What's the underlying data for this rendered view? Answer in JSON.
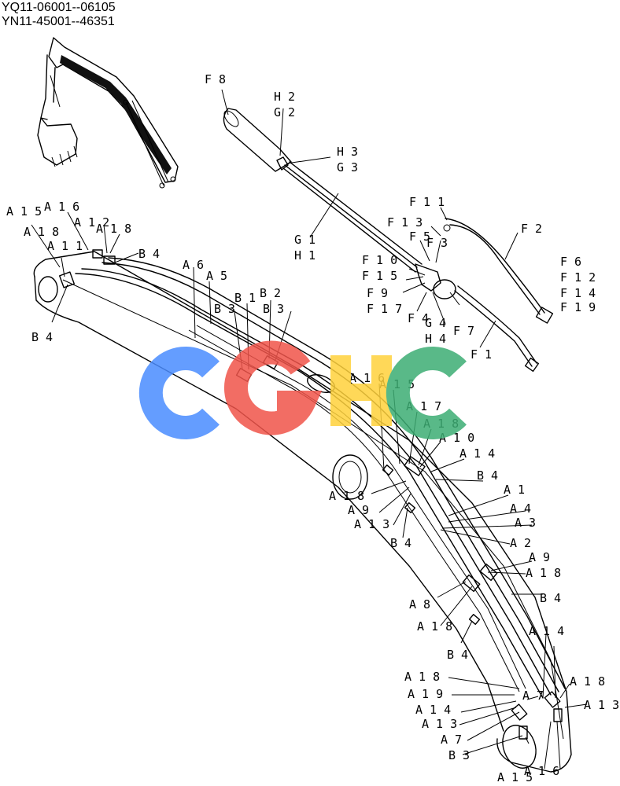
{
  "header": {
    "line1": "YQ11-06001--06105",
    "line2": "YN11-45001--46351"
  },
  "watermark": {
    "letters": [
      "C",
      "G",
      "H",
      "C"
    ],
    "colors": [
      "#4a8cff",
      "#f0544a",
      "#ffd23c",
      "#3cad73"
    ]
  },
  "callouts": [
    "A 1 5",
    "A 1 6",
    "A 1 2",
    "A 1 8",
    "A 1 8",
    "A 1 1",
    "B 4",
    "B 4",
    "A 6",
    "A 5",
    "B 3",
    "B 1",
    "B 2",
    "B 3",
    "F 8",
    "H 2",
    "G 2",
    "H 3",
    "G 3",
    "G 1",
    "H 1",
    "F 1 1",
    "F 1 3",
    "F 5",
    "F 3",
    "F 2",
    "F 1 0",
    "F 1 5",
    "F 9",
    "F 1 7",
    "F 4",
    "G 4",
    "H 4",
    "F 7",
    "F 6",
    "F 1 2",
    "F 1 4",
    "F 1 9",
    "F 1",
    "A 1 6",
    "A 1 5",
    "A 1 7",
    "A 1 8",
    "A 1 0",
    "A 1 4",
    "B 4",
    "A 1 8",
    "A 9",
    "A 1 3",
    "A 1",
    "A 4",
    "A 3",
    "B 4",
    "A 2",
    "A 9",
    "A 1 8",
    "B 4",
    "A 8",
    "A 1 8",
    "B 4",
    "A 1 4",
    "A 1 8",
    "A 1 8",
    "A 1 9",
    "A 7",
    "A 1 4",
    "A 1 3",
    "A 1 3",
    "A 7",
    "B 3",
    "A 1 6",
    "A 1 5"
  ]
}
